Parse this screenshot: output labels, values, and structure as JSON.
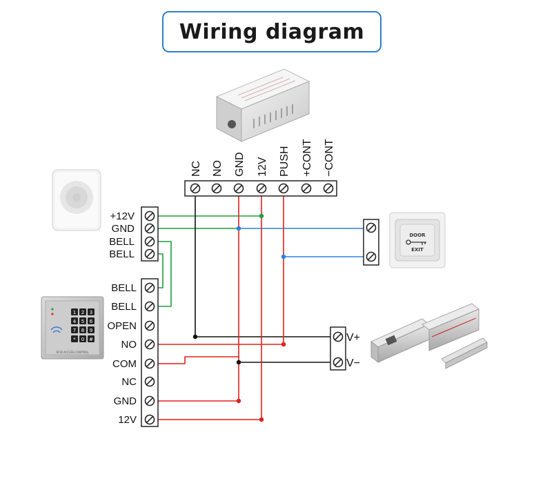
{
  "title": "Wiring diagram",
  "power_supply": {
    "terminals": [
      "NC",
      "NO",
      "GND",
      "12V",
      "PUSH",
      "+CONT",
      "−CONT"
    ]
  },
  "controller": {
    "top_terminals": [
      "+12V",
      "GND",
      "BELL",
      "BELL"
    ],
    "main_terminals": [
      "BELL",
      "BELL",
      "OPEN",
      "NO",
      "COM",
      "NC",
      "GND",
      "12V"
    ],
    "keypad_keys": [
      "1",
      "2",
      "3",
      "4",
      "5",
      "6",
      "7",
      "8",
      "9",
      "*",
      "0",
      "#"
    ],
    "keypad_caption": "RFID ACCESS CONTROL"
  },
  "exit_button": {
    "line1": "DOOR",
    "line2": "EXIT"
  },
  "lock": {
    "terminals": [
      "V+",
      "V−"
    ]
  },
  "colors": {
    "green": "#1e9e3a",
    "blue": "#2c7fe0",
    "red": "#e0211b",
    "black": "#111111",
    "title_border": "#2f7fc4"
  }
}
